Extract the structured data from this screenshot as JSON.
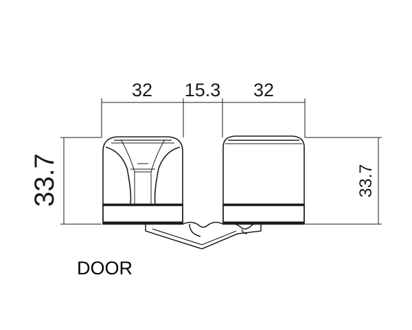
{
  "dimensions": {
    "width_left": "32",
    "gap": "15.3",
    "width_right": "32",
    "height_left": "33.7",
    "height_right": "33.7"
  },
  "label": "DOOR",
  "colors": {
    "line": "#1a1a1a",
    "background": "#ffffff"
  }
}
